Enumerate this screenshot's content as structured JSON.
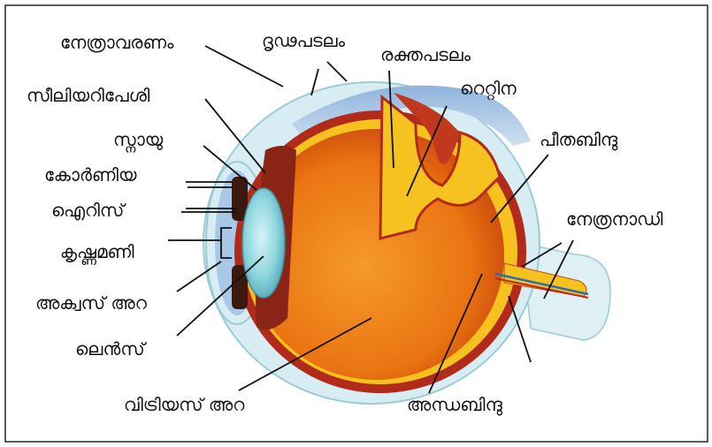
{
  "diagram": {
    "labels": {
      "conjunctiva": "നേത്രാവരണം",
      "sclera": "ദൃഢപടലം",
      "choroid": "രക്തപടലം",
      "retina": "റെറ്റിന",
      "ciliary_muscle": "സീലിയറിപേശി",
      "ligament": "സ്നായു",
      "cornea": "കോർണിയ",
      "iris": "ഐറിസ്",
      "pupil": "കൃഷ്ണമണി",
      "aqueous_chamber": "അക്വസ് അറ",
      "lens": "ലെൻസ്",
      "vitreous_chamber": "വിട്രിയസ് അറ",
      "yellow_spot": "പീതബിന്ദു",
      "optic_nerve": "നേത്രനാഡി",
      "blind_spot": "അന്ധബിന്ദു"
    },
    "colors": {
      "vitreous": "#ee7a10",
      "choroid": "#b22a1a",
      "retina": "#f5c21f",
      "sclera": "#cfe8ef",
      "sky": "#a8c8e8",
      "lens": "#86d3dd"
    }
  }
}
